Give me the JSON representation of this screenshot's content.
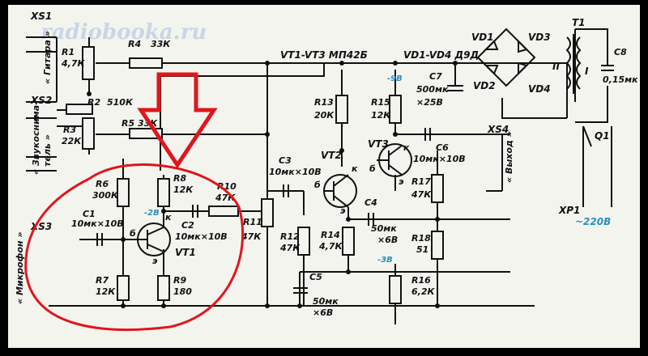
{
  "watermark": "radiobooka.ru",
  "connectors": {
    "xs1": "XS1",
    "xs2": "XS2",
    "xs3": "XS3",
    "xs4": "XS4",
    "xp1": "XP1",
    "guitar": "« Гитара »",
    "pickup_line1": "« Звукоснима-",
    "pickup_line2": "тель »",
    "microphone": "« Микрофон »",
    "output": "« Выход »",
    "mains": "~220В"
  },
  "header": {
    "transistors": "VT1-VT3  МП42Б",
    "diodes": "VD1-VD4  Д9Д"
  },
  "resistors": {
    "r1": {
      "name": "R1",
      "value": "4,7К"
    },
    "r2": {
      "name": "R2",
      "value": "510К"
    },
    "r3": {
      "name": "R3",
      "value": "22К"
    },
    "r4": {
      "name": "R4",
      "value": "33К"
    },
    "r5": {
      "name": "R5",
      "value": "33К"
    },
    "r6": {
      "name": "R6",
      "value": "300К"
    },
    "r7": {
      "name": "R7",
      "value": "12К"
    },
    "r8": {
      "name": "R8",
      "value": "12К"
    },
    "r9": {
      "name": "R9",
      "value": "180"
    },
    "r10": {
      "name": "R10",
      "value": "47К"
    },
    "r11": {
      "name": "R11",
      "value": "47К"
    },
    "r12": {
      "name": "R12",
      "value": "47К"
    },
    "r13": {
      "name": "R13",
      "value": "20К"
    },
    "r14": {
      "name": "R14",
      "value": "4,7К"
    },
    "r15": {
      "name": "R15",
      "value": "12К"
    },
    "r16": {
      "name": "R16",
      "value": "6,2К"
    },
    "r17": {
      "name": "R17",
      "value": "47К"
    },
    "r18": {
      "name": "R18",
      "value": "51"
    }
  },
  "capacitors": {
    "c1": {
      "name": "C1",
      "value": "10мк×10В"
    },
    "c2": {
      "name": "C2",
      "value": "10мк×10В"
    },
    "c3": {
      "name": "C3",
      "value": "10мк×10В"
    },
    "c4": {
      "name": "C4",
      "value": "50мк",
      "value2": "×6В"
    },
    "c5": {
      "name": "C5",
      "value": "50мк",
      "value2": "×6В"
    },
    "c6": {
      "name": "C6",
      "value": "10мк×10В"
    },
    "c7": {
      "name": "C7",
      "value": "500мк",
      "value2": "×25В"
    },
    "c8": {
      "name": "C8",
      "value": "0,15мк"
    }
  },
  "semis": {
    "vt1": "VT1",
    "vt2": "VT2",
    "vt3": "VT3",
    "vd1": "VD1",
    "vd2": "VD2",
    "vd3": "VD3",
    "vd4": "VD4",
    "t1": "T1",
    "q1": "Q1",
    "winding1": "I",
    "winding2": "II"
  },
  "voltages": {
    "v9": "-9В",
    "v2": "-2В",
    "v3": "-3В"
  },
  "pins": {
    "b": "б",
    "k": "к",
    "e": "э"
  },
  "annotation": {
    "arrow_color": "#e0161c",
    "outline_color": "#e0161c"
  }
}
